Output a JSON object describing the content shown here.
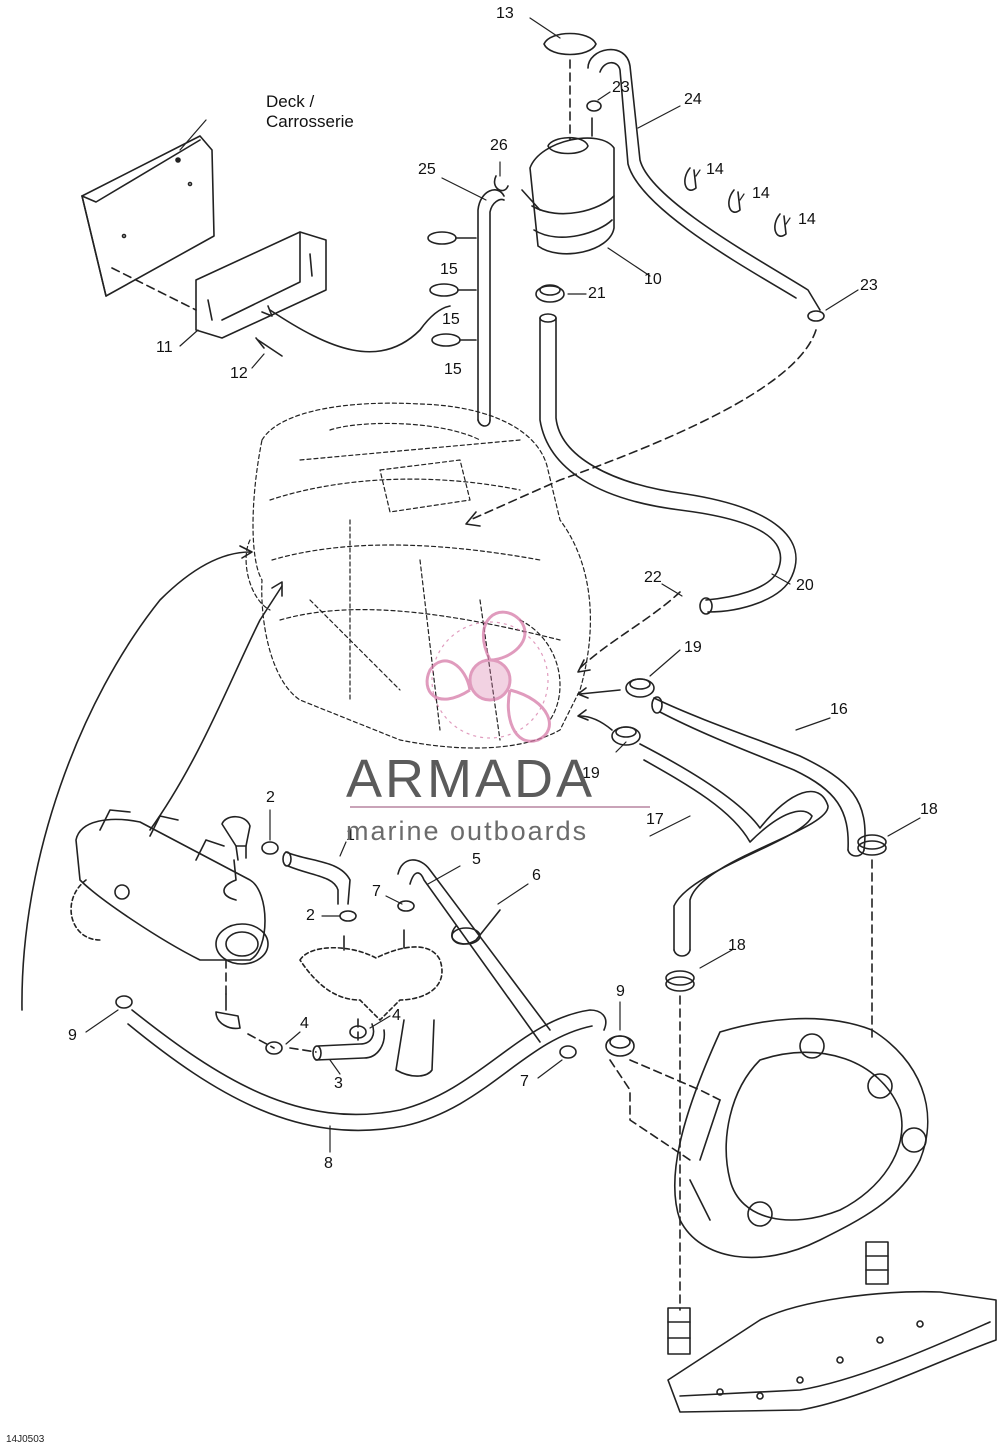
{
  "diagram": {
    "deck_label": [
      "Deck /",
      "Carrosserie"
    ],
    "doc_code": "14J0503",
    "part_numbers": [
      "13",
      "23",
      "24",
      "26",
      "25",
      "14",
      "14",
      "14",
      "15",
      "15",
      "15",
      "10",
      "21",
      "23",
      "11",
      "12",
      "20",
      "22",
      "19",
      "16",
      "19",
      "17",
      "18",
      "2",
      "1",
      "5",
      "6",
      "7",
      "2",
      "18",
      "9",
      "4",
      "4",
      "3",
      "9",
      "7",
      "8"
    ]
  },
  "watermark": {
    "brand": "ARMADA",
    "tagline": "marine outboards",
    "color": "#d67aa8"
  }
}
